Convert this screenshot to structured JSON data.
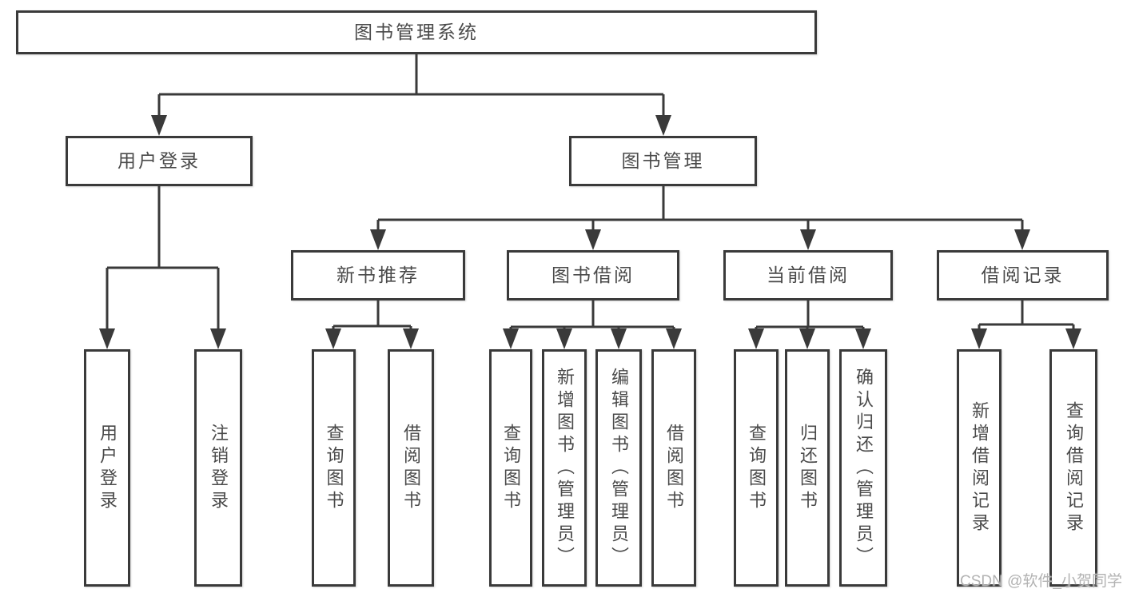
{
  "diagram": {
    "root": "图书管理系统",
    "branches": [
      {
        "label": "用户登录",
        "children": [
          {
            "label": "用户登录"
          },
          {
            "label": "注销登录"
          }
        ]
      },
      {
        "label": "图书管理",
        "children": [
          {
            "label": "新书推荐",
            "children": [
              {
                "label": "查询图书"
              },
              {
                "label": "借阅图书"
              }
            ]
          },
          {
            "label": "图书借阅",
            "children": [
              {
                "label": "查询图书"
              },
              {
                "label": "新增图书（管理员）"
              },
              {
                "label": "编辑图书（管理员）"
              },
              {
                "label": "借阅图书"
              }
            ]
          },
          {
            "label": "当前借阅",
            "children": [
              {
                "label": "查询图书"
              },
              {
                "label": "归还图书"
              },
              {
                "label": "确认归还（管理员）"
              }
            ]
          },
          {
            "label": "借阅记录",
            "children": [
              {
                "label": "新增借阅记录"
              },
              {
                "label": "查询借阅记录"
              }
            ]
          }
        ]
      }
    ]
  },
  "colors": {
    "line": "#3a3a3a",
    "box_border": "#3a3a3a",
    "text": "#4a4a4a",
    "watermark": "#b2b2b2",
    "background": "#ffffff"
  },
  "watermark": "CSDN @软件_小贺同学"
}
